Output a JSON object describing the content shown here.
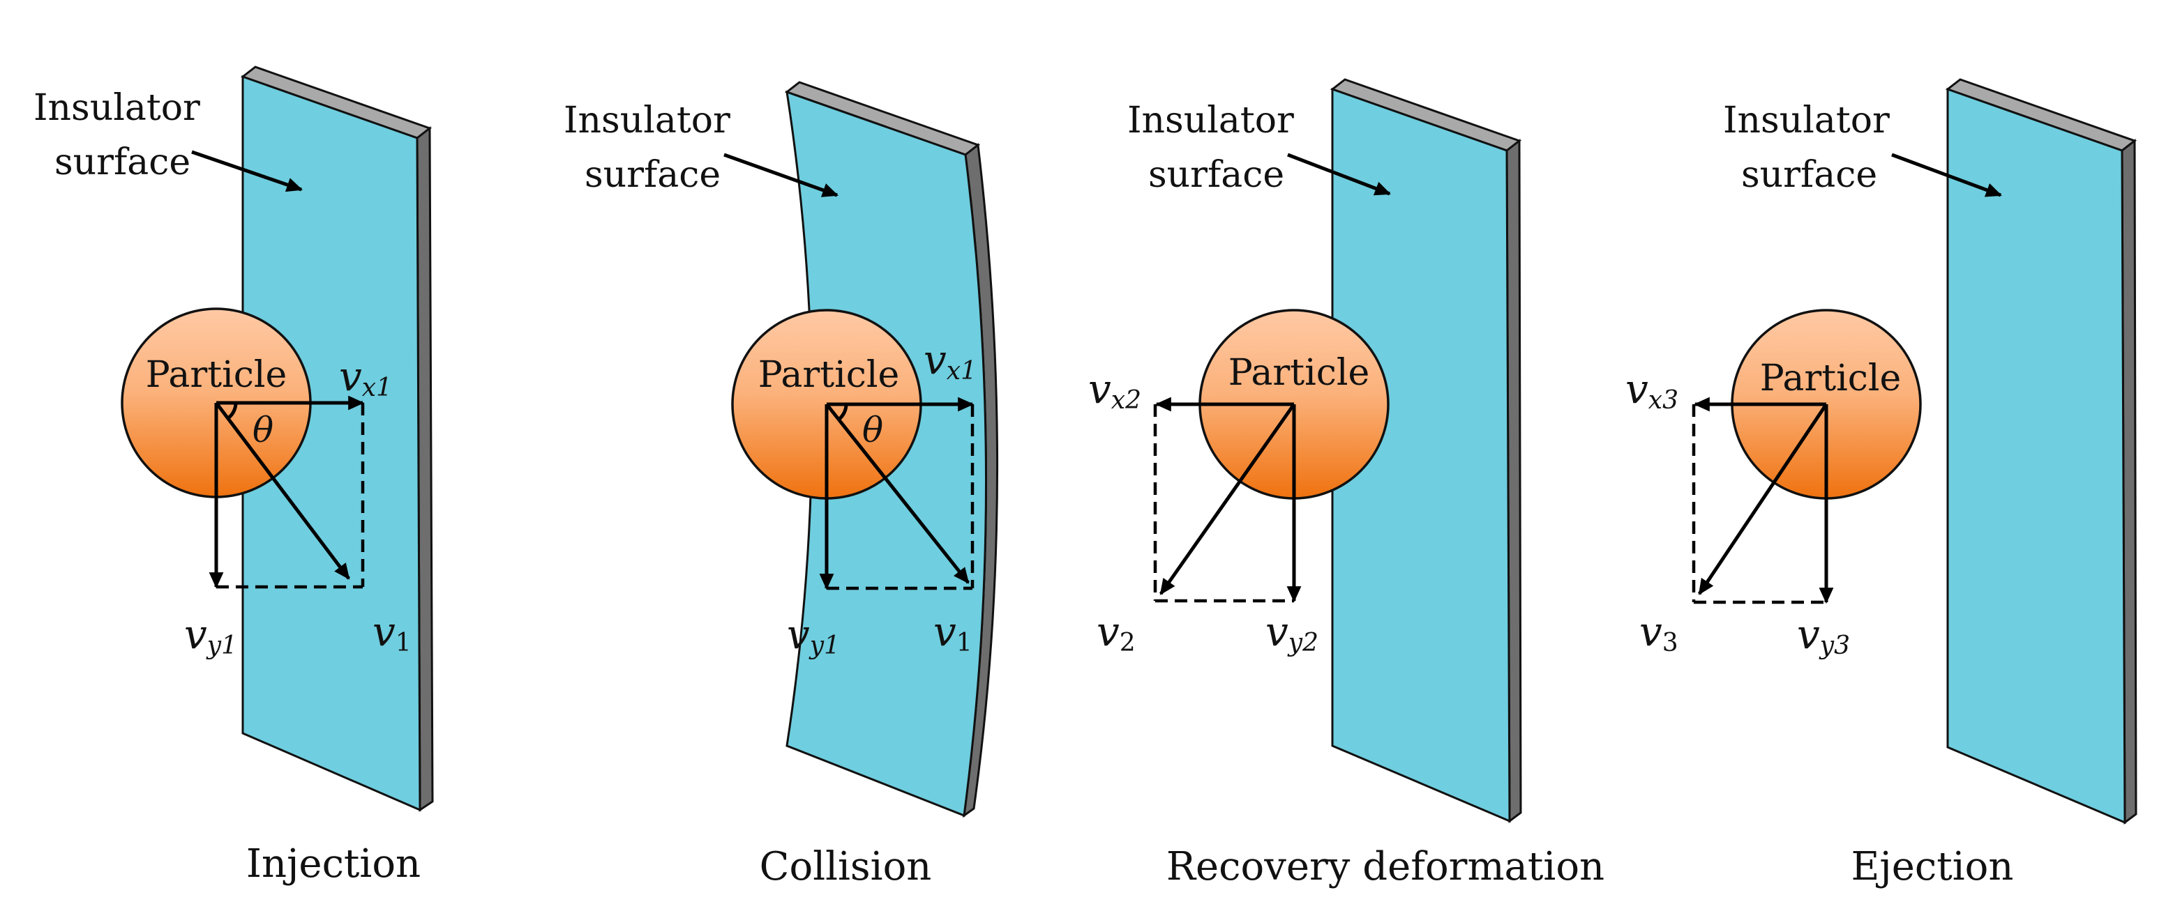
{
  "colors": {
    "plate_fill": "#6fcedf",
    "plate_edge": "#6e6e6e",
    "particle_top": "#ffc49a",
    "particle_bottom": "#f07412"
  },
  "panels": [
    {
      "caption": "Injection",
      "surface_label_line1": "Insulator",
      "surface_label_line2": "surface",
      "particle_label": "Particle",
      "angle_label": "θ",
      "vx": {
        "sym": "v",
        "sub": "x1"
      },
      "vy": {
        "sym": "v",
        "sub": "y1"
      },
      "v": {
        "sym": "v",
        "sub": "1"
      }
    },
    {
      "caption": "Collision",
      "surface_label_line1": "Insulator",
      "surface_label_line2": "surface",
      "particle_label": "Particle",
      "angle_label": "θ",
      "vx": {
        "sym": "v",
        "sub": "x1"
      },
      "vy": {
        "sym": "v",
        "sub": "y1"
      },
      "v": {
        "sym": "v",
        "sub": "1"
      }
    },
    {
      "caption": "Recovery deformation",
      "surface_label_line1": "Insulator",
      "surface_label_line2": "surface",
      "particle_label": "Particle",
      "vx": {
        "sym": "v",
        "sub": "x2"
      },
      "vy": {
        "sym": "v",
        "sub": "y2"
      },
      "v": {
        "sym": "v",
        "sub": "2"
      }
    },
    {
      "caption": "Ejection",
      "surface_label_line1": "Insulator",
      "surface_label_line2": "surface",
      "particle_label": "Particle",
      "vx": {
        "sym": "v",
        "sub": "x3"
      },
      "vy": {
        "sym": "v",
        "sub": "y3"
      },
      "v": {
        "sym": "v",
        "sub": "3"
      }
    }
  ]
}
